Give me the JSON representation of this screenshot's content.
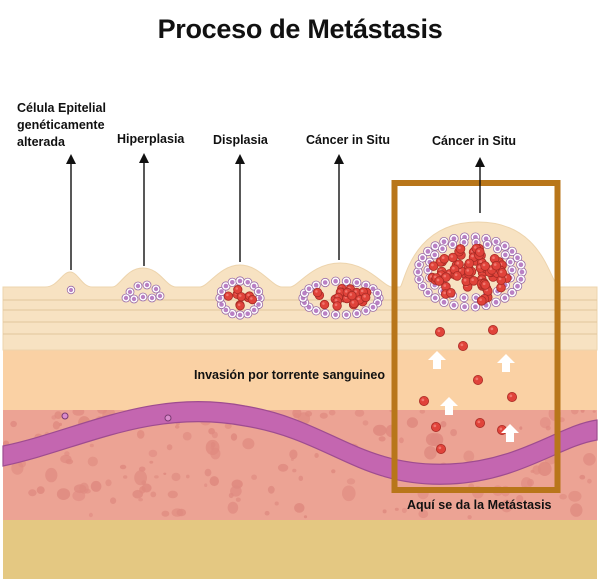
{
  "title": "Proceso de Metástasis",
  "stages": [
    {
      "label": "Célula Epitelial genéticamente alterada"
    },
    {
      "label": "Hiperplasia"
    },
    {
      "label": "Displasia"
    },
    {
      "label": "Cáncer in Situ"
    },
    {
      "label": "Cáncer in Situ"
    }
  ],
  "labels": {
    "invasion": "Invasión por torrente sanguineo",
    "metastasis": "Aquí se da la Metástasis"
  },
  "colors": {
    "epithelium": "#f7e2c2",
    "epithelium_line": "#e2c69c",
    "stroma": "#fad1a4",
    "tissue": "#eca394",
    "tissue_spot": "#df8a80",
    "vessel": "#c466b0",
    "base": "#e4c882",
    "normal_cell": "#ffffff",
    "normal_cell_nucleus": "#b980c4",
    "cancer_cell": "#e0433a",
    "highlight_box": "#b8761a"
  }
}
